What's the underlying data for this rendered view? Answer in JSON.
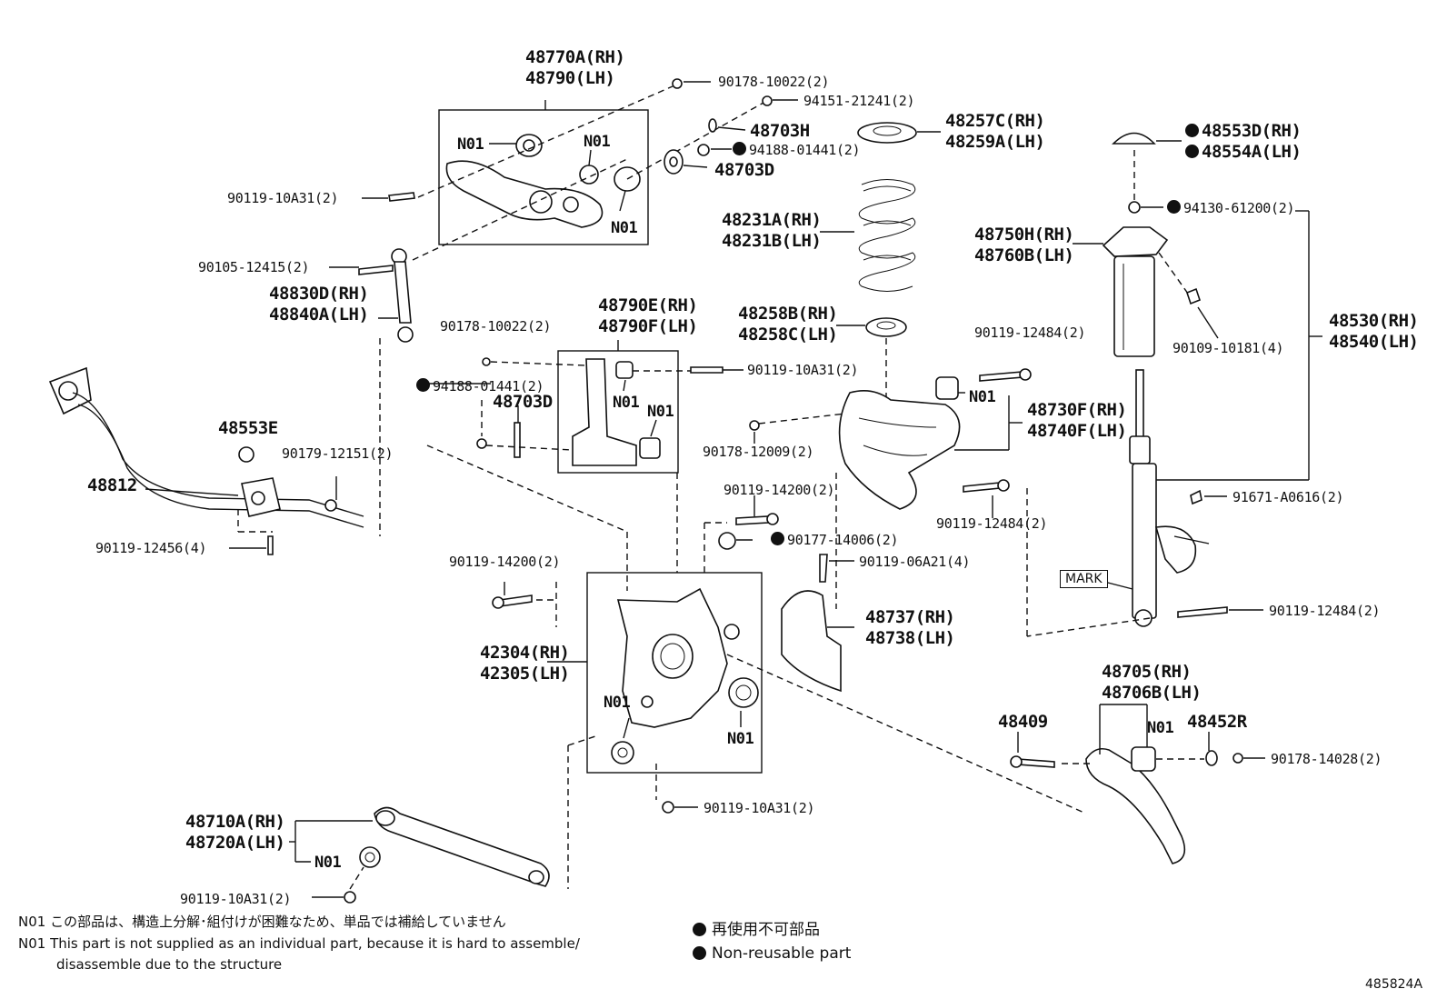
{
  "labels": {
    "arm_upper_rh": "48770A(RH)",
    "arm_upper_lh": "48790(LH)",
    "n01": "N01",
    "bolt_90178_10022_top": "90178-10022(2)",
    "bolt_94151_21241": "94151-21241(2)",
    "part_48703h": "48703H",
    "part_94188_01441_top": "94188-01441(2)",
    "part_48703d_top": "48703D",
    "bolt_90119_10a31_left": "90119-10A31(2)",
    "insulator_top_rh": "48257C(RH)",
    "insulator_top_lh": "48259A(LH)",
    "spring_rh": "48231A(RH)",
    "spring_lh": "48231B(LH)",
    "cap_rh": "48553D(RH)",
    "cap_lh": "48554A(LH)",
    "nut_94130_61200": "94130-61200(2)",
    "support_rh": "48750H(RH)",
    "support_lh": "48760B(LH)",
    "bolt_90105_12415": "90105-12415(2)",
    "link_rh": "48830D(RH)",
    "link_lh": "48840A(LH)",
    "arm_mid_rh": "48790E(RH)",
    "arm_mid_lh": "48790F(LH)",
    "bolt_90178_10022_mid": "90178-10022(2)",
    "insulator_low_rh": "48258B(RH)",
    "insulator_low_lh": "48258C(LH)",
    "shock_rh": "48530(RH)",
    "shock_lh": "48540(LH)",
    "bolt_90109_10181": "90109-10181(4)",
    "bolt_90119_12484_top": "90119-12484(2)",
    "part_94188_01441_mid": "94188-01441(2)",
    "part_48703d_mid": "48703D",
    "bolt_90119_10a31_mid": "90119-10A31(2)",
    "lower_arm_rh": "48730F(RH)",
    "lower_arm_lh": "48740F(LH)",
    "bush_48553e": "48553E",
    "bolt_90179_12151": "90179-12151(2)",
    "nut_90178_12009": "90178-12009(2)",
    "stabilizer": "48812",
    "bolt_90119_14200_top": "90119-14200(2)",
    "bolt_90119_12484_mid": "90119-12484(2)",
    "bracket_91671": "91671-A0616(2)",
    "bolt_90119_12456": "90119-12456(4)",
    "nut_90177_14006": "90177-14006(2)",
    "bolt_90119_14200_left": "90119-14200(2)",
    "bolt_90119_06a21": "90119-06A21(4)",
    "mark": "MARK",
    "bolt_90119_12484_bottom": "90119-12484(2)",
    "cover_rh": "48737(RH)",
    "cover_lh": "48738(LH)",
    "knuckle_rh": "42304(RH)",
    "knuckle_lh": "42305(LH)",
    "toe_arm_rh": "48705(RH)",
    "toe_arm_lh": "48706B(LH)",
    "bolt_48409": "48409",
    "part_48452r": "48452R",
    "nut_90178_14028": "90178-14028(2)",
    "bolt_90119_10a31_bottom": "90119-10A31(2)",
    "rear_arm_rh": "48710A(RH)",
    "rear_arm_lh": "48720A(LH)",
    "bolt_90119_10a31_low": "90119-10A31(2)"
  },
  "notes": {
    "n01_prefix": "N01",
    "n01_jp": "この部品は、構造上分解･組付けが困難なため、単品では補給していません",
    "n01_en_line1": "This part is not supplied as an individual part, because it is hard to assemble/",
    "n01_en_line2": "disassemble due to the structure",
    "legend_jp": "再使用不可部品",
    "legend_en": "Non-reusable part",
    "figure_id": "485824A"
  }
}
